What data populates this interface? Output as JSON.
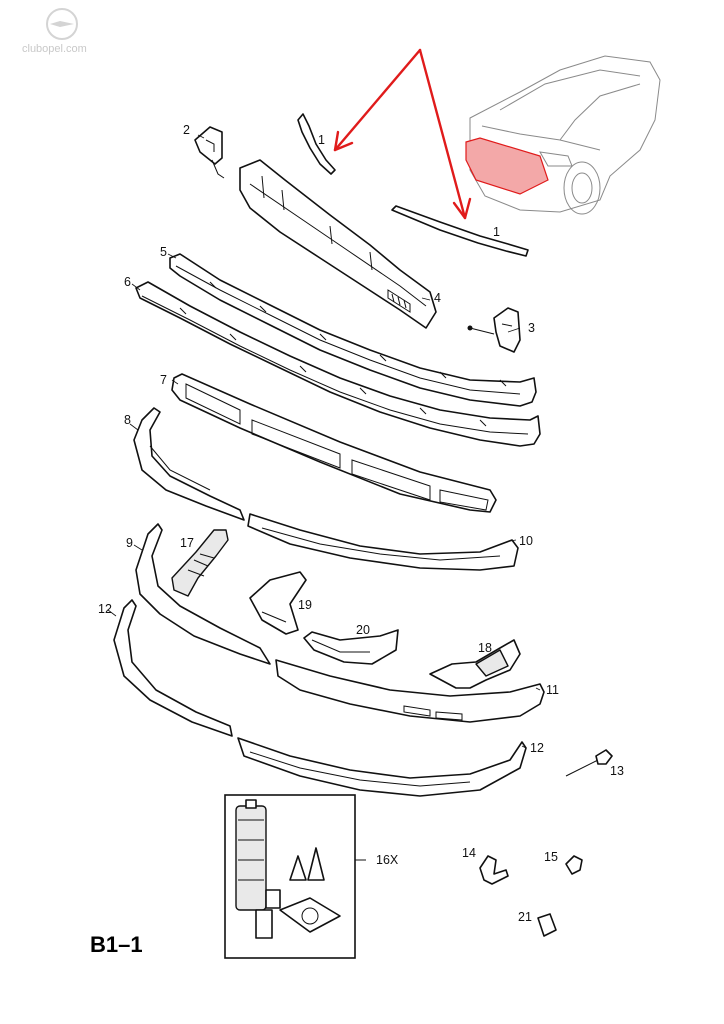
{
  "watermark": "clubopel.com",
  "sheet_label": "B1–1",
  "accent_color": "#e01b1b",
  "callouts": {
    "c1a": "1",
    "c1b": "1",
    "c2": "2",
    "c3": "3",
    "c4": "4",
    "c5": "5",
    "c6": "6",
    "c7": "7",
    "c8": "8",
    "c9": "9",
    "c10": "10",
    "c11": "11",
    "c12a": "12",
    "c12b": "12",
    "c13": "13",
    "c14": "14",
    "c15": "15",
    "c16": "16X",
    "c17": "17",
    "c18": "18",
    "c19": "19",
    "c20": "20",
    "c21": "21"
  }
}
